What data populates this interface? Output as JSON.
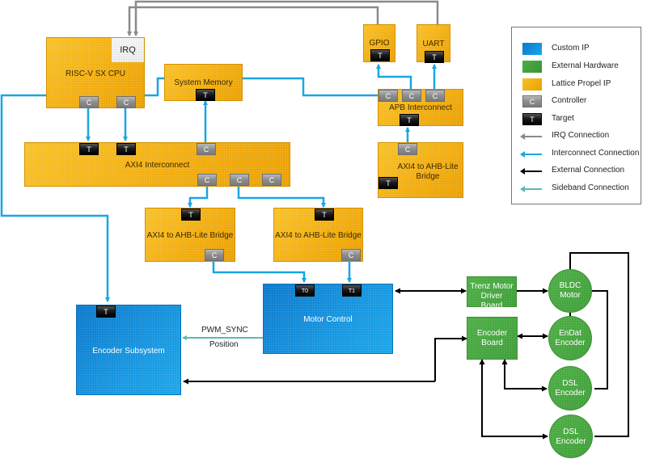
{
  "blocks": {
    "cpu": {
      "label": "RISC-V SX CPU",
      "irq_label": "IRQ",
      "ports": [
        "C",
        "C"
      ]
    },
    "system_memory": {
      "label": "System Memory",
      "ports": [
        "T"
      ]
    },
    "gpio": {
      "label": "GPIO",
      "ports": [
        "T"
      ]
    },
    "uart": {
      "label": "UART",
      "ports": [
        "T"
      ]
    },
    "apb_interconnect": {
      "label": "APB Interconnect",
      "ports": [
        "C",
        "C",
        "C",
        "T"
      ]
    },
    "axi4_interconnect": {
      "label": "AXI4 Interconnect",
      "ports": [
        "T",
        "T",
        "C",
        "C",
        "C",
        "C"
      ]
    },
    "bridge_apb": {
      "label": "AXI4 to AHB-Lite Bridge",
      "ports": [
        "C",
        "T"
      ]
    },
    "bridge_left": {
      "label": "AXI4 to AHB-Lite Bridge",
      "ports": [
        "T",
        "C"
      ]
    },
    "bridge_right": {
      "label": "AXI4 to AHB-Lite Bridge",
      "ports": [
        "T",
        "C"
      ]
    },
    "motor_control": {
      "label": "Motor Control",
      "ports": [
        "T0",
        "T1"
      ]
    },
    "encoder_subsystem": {
      "label": "Encoder Subsystem",
      "ports": [
        "T"
      ]
    },
    "trenz_board": {
      "label": "Trenz Motor Driver Board"
    },
    "encoder_board": {
      "label": "Encoder Board"
    },
    "bldc_motor": {
      "label": "BLDC Motor"
    },
    "endat_encoder": {
      "label": "EnDat Encoder"
    },
    "dsl_encoder_1": {
      "label": "DSL Encoder"
    },
    "dsl_encoder_2": {
      "label": "DSL Encoder"
    }
  },
  "signals": {
    "pwm_sync": "PWM_SYNC",
    "position": "Position"
  },
  "legend": {
    "items": [
      {
        "label": "Custom IP",
        "kind": "swatch",
        "color": "#1590dc"
      },
      {
        "label": "External Hardware",
        "kind": "swatch",
        "color": "#44a53d"
      },
      {
        "label": "Lattice Propel IP",
        "kind": "swatch",
        "color": "#f2ae10"
      },
      {
        "label": "Controller",
        "kind": "port",
        "glyph": "C"
      },
      {
        "label": "Target",
        "kind": "port",
        "glyph": "T"
      },
      {
        "label": "IRQ Connection",
        "kind": "line",
        "color": "#8a8a8a"
      },
      {
        "label": "Interconnect Connection",
        "kind": "line",
        "color": "#19a6e4"
      },
      {
        "label": "External Connection",
        "kind": "line",
        "color": "#000000"
      },
      {
        "label": "Sideband Connection",
        "kind": "line",
        "color": "#5fb8b0"
      }
    ]
  },
  "colors": {
    "irq": "#8a8a8a",
    "interconnect": "#19a6e4",
    "external": "#000000",
    "sideband": "#5fb8b0"
  }
}
